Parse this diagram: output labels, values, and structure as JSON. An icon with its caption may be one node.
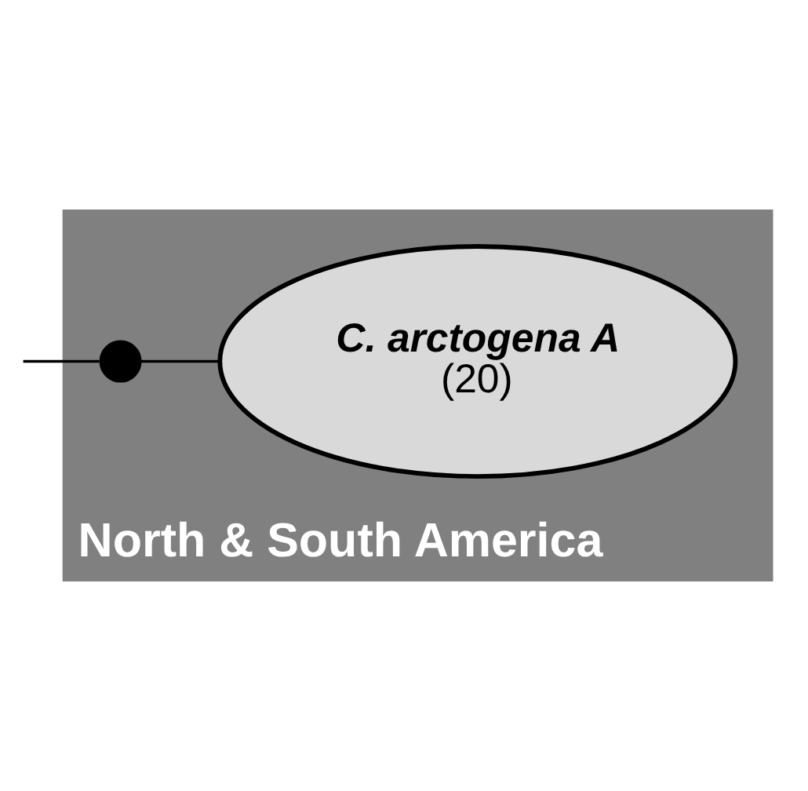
{
  "diagram": {
    "nodes": [
      {
        "text": [
          "North & South America"
        ]
      },
      {
        "text": [
          "C. arctogena A",
          "(20)"
        ],
        "in": 0
      },
      {
        "text": [],
        "shape": "circle",
        "in": 0
      }
    ],
    "edges": [
      {
        "from": null,
        "to": 2,
        "arrow": "none"
      },
      {
        "from": 2,
        "to": 1,
        "arrow": "none"
      }
    ]
  }
}
